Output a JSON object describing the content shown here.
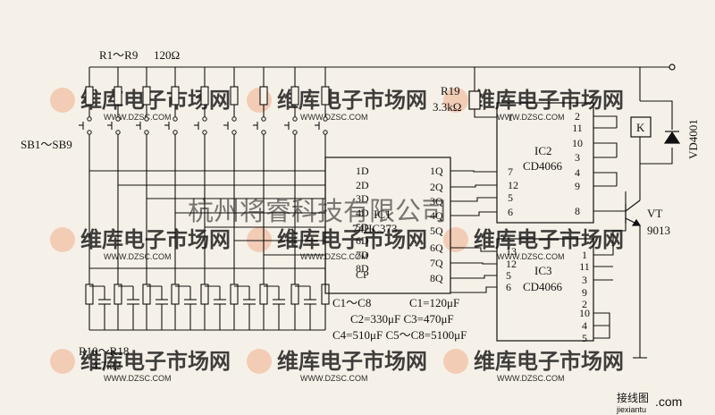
{
  "labels": {
    "r1_r9": "R1～R9",
    "r1_r9_value": "120Ω",
    "sb1_sb9": "SB1～SB9",
    "r19": "R19",
    "r19_value": "3.3kΩ",
    "r10_r18": "R10～R18",
    "r10_r18_value": "4.7kΩ",
    "vd": "VD4001",
    "relay": "K",
    "vt": "VT",
    "vt_model": "9013",
    "c1_c8": "C1～C8",
    "c1_value": "C1=120μF",
    "c2_c3_values": "C2=330μF  C3=470μF",
    "c4_c8_values": "C4=510μF  C5～C8=5100μF"
  },
  "ic1": {
    "name": "IC1",
    "model": "74HC373",
    "inputs": [
      "1D",
      "2D",
      "3D",
      "4D",
      "5D",
      "6D",
      "7D",
      "8D",
      "CP"
    ],
    "outputs": [
      "1Q",
      "2Q",
      "3Q",
      "4Q",
      "5Q",
      "6Q",
      "7Q",
      "8Q"
    ]
  },
  "ic2": {
    "name": "IC2",
    "model": "CD4066",
    "left_pins": [
      "1",
      "7",
      "12",
      "5",
      "6"
    ],
    "right_pins": [
      "2",
      "11",
      "10",
      "3",
      "4",
      "9",
      "8"
    ]
  },
  "ic3": {
    "name": "IC3",
    "model": "CD4066",
    "left_pins": [
      "13",
      "12",
      "5",
      "6"
    ],
    "right_pins": [
      "1",
      "11",
      "3",
      "9",
      "2",
      "10",
      "4",
      "5"
    ]
  },
  "watermarks": {
    "brand": "维库电子市场网",
    "url": "WWW.DZSC.COM",
    "company": "杭州将睿科技有限公司",
    "footer_brand": "接线图",
    "footer_url": "jiexiantu",
    "footer_tld": ".com"
  },
  "colors": {
    "line": "#111111",
    "background": "#f6f1e8",
    "watermark": "#f0c9b0",
    "watermark_logo": "#f2bfa6",
    "company_watermark": "#c9c9c9"
  }
}
